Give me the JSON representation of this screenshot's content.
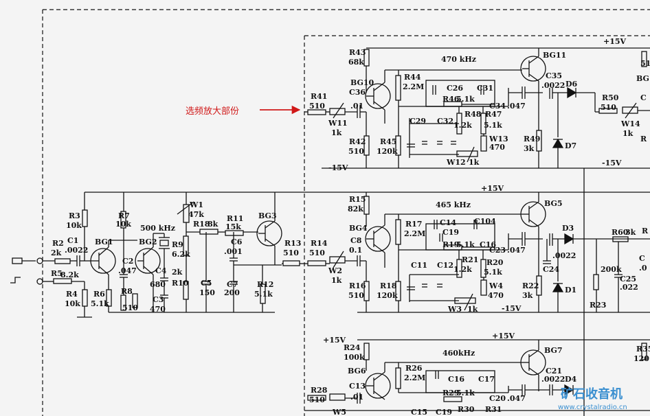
{
  "annotation": "选频放大部份",
  "watermark": {
    "name": "矿石收音机",
    "url": "www.crystalradio.cn"
  },
  "colors": {
    "line": "#111111",
    "annotation": "#d01818",
    "watermark": "#3a8fd0"
  },
  "rails": {
    "top_right": "+15V",
    "top_neg_left": "-15V",
    "top_neg_right": "-15V",
    "mid_pos": "+15V",
    "mid_neg": "-15V",
    "bot_pos_left": "+15V",
    "bot_pos_right": "+15V"
  },
  "top": {
    "freq": "470 kHz",
    "R43": "R43",
    "R43v": "68k",
    "BG10": "BG10",
    "BG11": "BG11",
    "R41": "R41",
    "R41v": "510",
    "C36": "C36",
    "C36v": ".01",
    "W11": "W11",
    "W11v": "1k",
    "R44": "R44",
    "R44v": "2.2M",
    "C26": "C26",
    "C31": "C31",
    "R46": "R46",
    "R46v": "5.1k",
    "C34": "C34",
    "C34v": ".047",
    "C35": "C35",
    "C35v": ".0022",
    "D6": "D6",
    "R42": "R42",
    "R42v": "510",
    "R45": "R45",
    "R45v": "120k",
    "C29": "C29",
    "C32": "C32",
    "R48": "R48",
    "R48v": "1.2k",
    "R47": "R47",
    "R47v": "5.1k",
    "W13": "W13",
    "W13v": "470",
    "W12": "W12",
    "W12v": "1k",
    "R49": "R49",
    "R49v": "3k",
    "D7": "D7",
    "R50": "R50",
    "R50v": "510",
    "W14": "W14",
    "W14v": "1k",
    "BGright": "BG",
    "edge1": "51",
    "edge2": "C",
    "edge3": "R"
  },
  "left": {
    "R3": "R3",
    "R3v": "10k",
    "R2": "R2",
    "R2v": "2k",
    "C1": "C1",
    "C1v": ".0022",
    "BG1": "BG1",
    "R5": "R5",
    "R5v": "8.2k",
    "R4": "R4",
    "R4v": "10k",
    "R6": "R6",
    "R6v": "5.1k",
    "R7": "R7",
    "R7v": "10k",
    "freq": "500 kHz",
    "BG2": "BG2",
    "C2": "C2",
    "C2v": ".047",
    "R8": "R8",
    "R8v": "510",
    "C4": "C4",
    "C4v": "680",
    "C3": "C3",
    "C3v": "470",
    "W1": "W1",
    "W1v": "47k",
    "R9": "R9",
    "R9v": "6.2k",
    "R10": "R10",
    "R10v": "2k",
    "R18": "R18",
    "R18v": "8k",
    "C5": "C5",
    "C5v": "150",
    "R11": "R11",
    "R11v": "15k",
    "C6": "C6",
    "C6v": ".001",
    "C7": "C7",
    "C7v": "200",
    "BG3": "BG3",
    "R12": "R12",
    "R12v": "5.1k",
    "R13": "R13",
    "R13v": "510"
  },
  "mid": {
    "freq": "465 kHz",
    "R15": "R15",
    "R15v": "82k",
    "BG4": "BG4",
    "BG5": "BG5",
    "R14": "R14",
    "R14v": "510",
    "C8": "C8",
    "C8v": "0.1",
    "W2": "W2",
    "W2v": "1k",
    "R17": "R17",
    "R17v": "2.2M",
    "C14": "C14",
    "C19": "C19",
    "C104": "C104",
    "R19": "R19",
    "R19v": "5.1k",
    "C16": "C16",
    "C23": "C23",
    "C23v": ".047",
    "C24": "C24",
    "C24v": ".0022",
    "D3": "D3",
    "R16": "R16",
    "R16v": "510",
    "R18b": "R18",
    "R18bv": "120k",
    "C11": "C11",
    "C12": "C12",
    "R21": "R21",
    "R21v": "1.2k",
    "R20": "R20",
    "R20v": "5.1k",
    "W4": "W4",
    "W4v": "470",
    "W3": "W3",
    "W3v": "1k",
    "R22": "R22",
    "R22v": "3k",
    "D1": "D1",
    "R23": "R23",
    "R23v": "200k",
    "C25": "C25",
    "C25v": ".022",
    "R60": "R60",
    "R60v": "3k",
    "edge": "R",
    "edge2": ".0",
    "edge3": "C"
  },
  "bot": {
    "freq": "460kHz",
    "R24": "R24",
    "R24v": "100k",
    "BG6": "BG6",
    "BG7": "BG7",
    "R28": "R28",
    "R28v": "510",
    "C13": "C13",
    "C13v": ".01",
    "W5": "W5",
    "R26": "R26",
    "R26v": "2.2M",
    "C16b": "C16",
    "R29": "R29",
    "R29v": "5.1k",
    "C17": "C17",
    "C20": "C20",
    "C20v": ".047",
    "C21": "C21",
    "C21v": ".0022",
    "D4": "D4",
    "C15": "C15",
    "C19b": "C19",
    "R30": "R30",
    "R31": "R31",
    "R35": "R35",
    "R35v": "120"
  }
}
